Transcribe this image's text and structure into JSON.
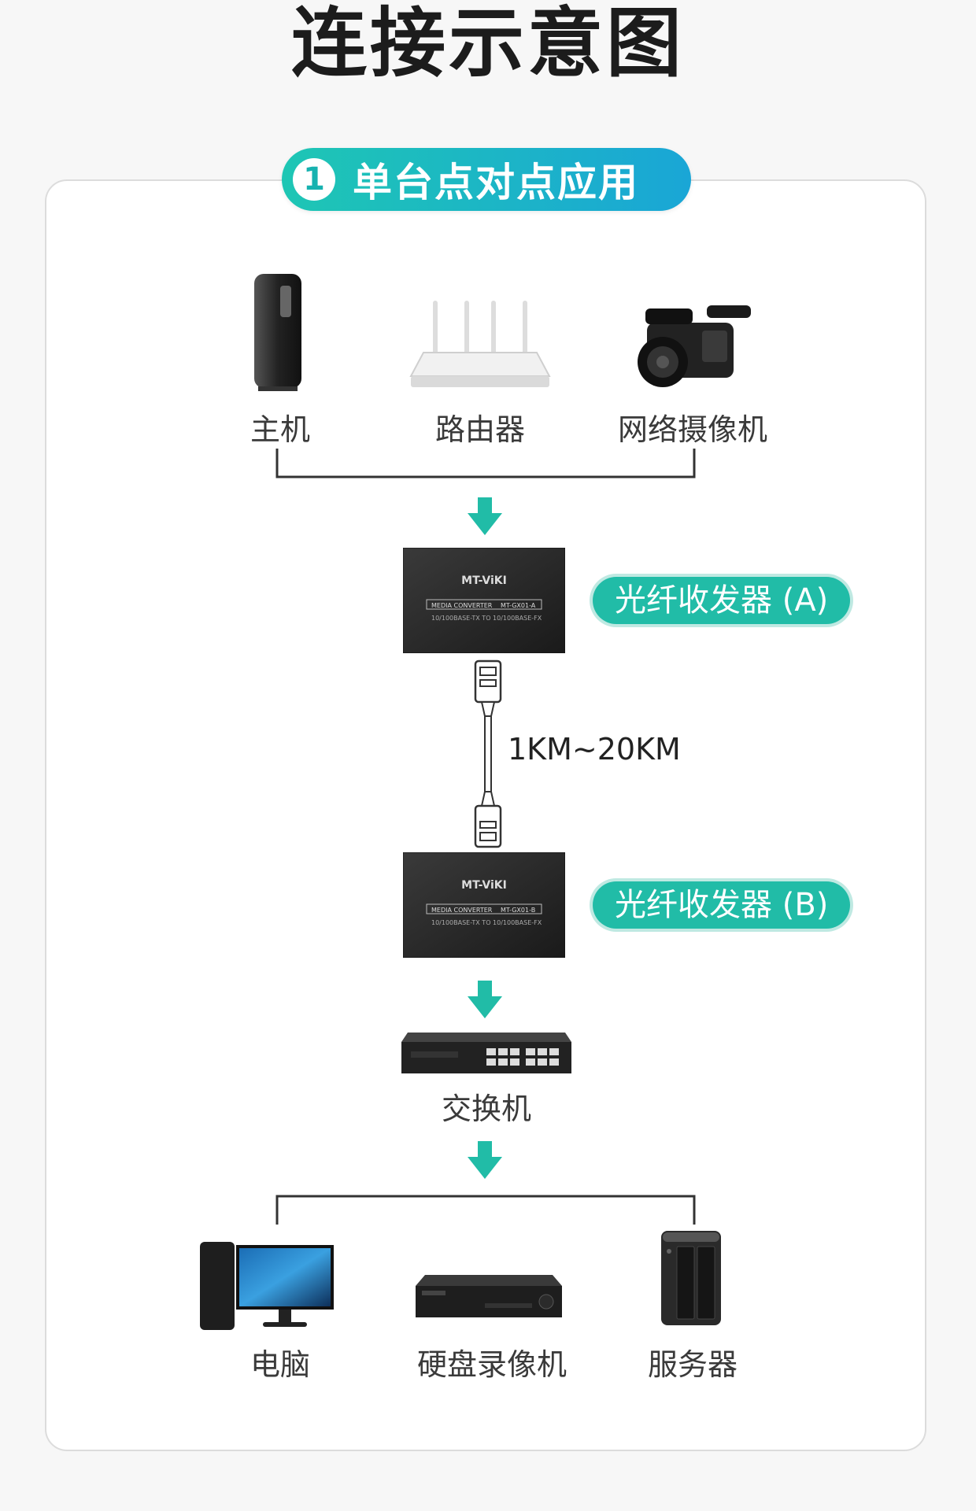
{
  "title": "连接示意图",
  "section": {
    "number": "1",
    "label": "单台点对点应用"
  },
  "top_devices": [
    {
      "label": "主机"
    },
    {
      "label": "路由器"
    },
    {
      "label": "网络摄像机"
    }
  ],
  "converter_a": {
    "brand": "MT-ViKI",
    "model": "MT-GX01-A",
    "badge": "光纤收发器 (A)"
  },
  "converter_b": {
    "brand": "MT-ViKI",
    "model": "MT-GX01-B",
    "badge": "光纤收发器 (B)"
  },
  "converter_common": {
    "tag": "MEDIA CONVERTER",
    "spec": "10/100BASE-TX TO 10/100BASE-FX"
  },
  "distance": "1KM~20KM",
  "switch": {
    "label": "交换机"
  },
  "bottom_devices": [
    {
      "label": "电脑"
    },
    {
      "label": "硬盘录像机"
    },
    {
      "label": "服务器"
    }
  ],
  "colors": {
    "accent": "#21bca7",
    "pill_start": "#1ec6b4",
    "pill_end": "#1aa6d6"
  }
}
